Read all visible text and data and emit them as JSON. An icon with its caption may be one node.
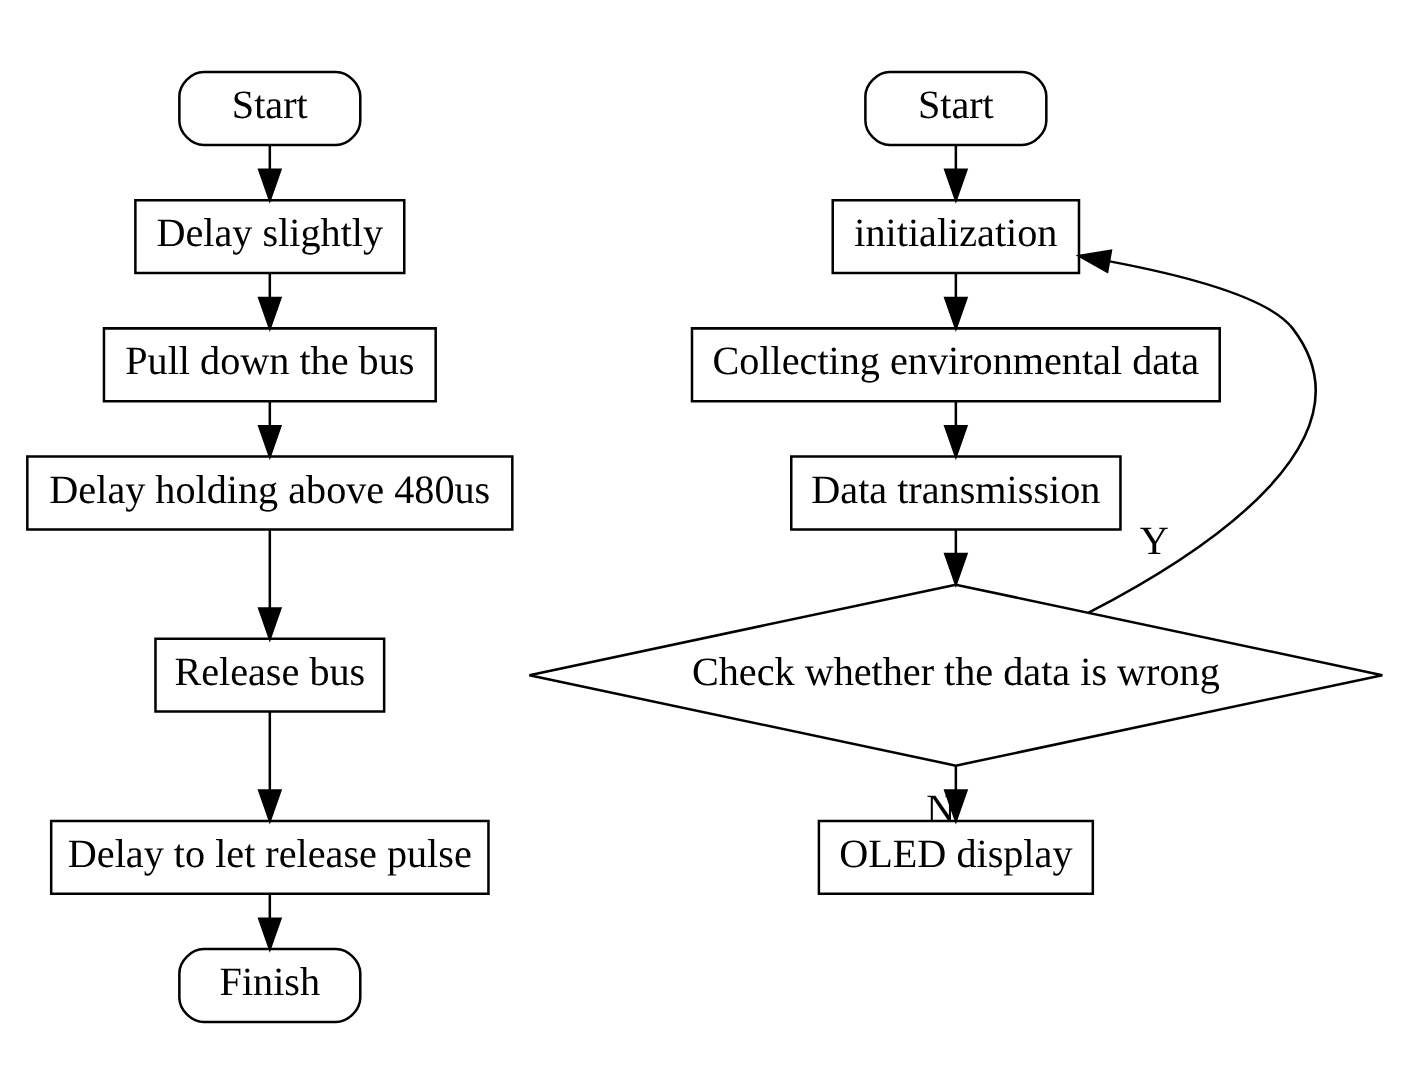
{
  "diagram": {
    "nodes": [
      {
        "text": [
          "Start"
        ]
      },
      {
        "text": [
          "Delay slightly"
        ]
      },
      {
        "text": [
          "Pull down the bus"
        ]
      },
      {
        "text": [
          "Delay holding above 480us"
        ]
      },
      {
        "text": [
          "Release bus"
        ]
      },
      {
        "text": [
          "Delay to let release pulse"
        ]
      },
      {
        "text": [
          "Finish"
        ]
      },
      {
        "text": [
          "Start"
        ]
      },
      {
        "text": [
          "initialization"
        ]
      },
      {
        "text": [
          "Collecting environmental data"
        ]
      },
      {
        "text": [
          "Data transmission"
        ]
      },
      {
        "text": [
          "Check whether the data is wrong"
        ]
      },
      {
        "text": [
          "OLED display"
        ]
      }
    ],
    "edges": [
      {
        "from": 0,
        "to": 1,
        "arrow": "to"
      },
      {
        "from": 1,
        "to": 2,
        "arrow": "to"
      },
      {
        "from": 2,
        "to": 3,
        "arrow": "to"
      },
      {
        "from": 3,
        "to": 4,
        "arrow": "to"
      },
      {
        "from": 4,
        "to": 5,
        "arrow": "to"
      },
      {
        "from": 5,
        "to": 6,
        "arrow": "to"
      },
      {
        "from": 7,
        "to": 8,
        "arrow": "to"
      },
      {
        "from": 8,
        "to": 9,
        "arrow": "to"
      },
      {
        "from": 9,
        "to": 10,
        "arrow": "to"
      },
      {
        "from": 10,
        "to": 11,
        "arrow": "to"
      },
      {
        "from": 11,
        "to": 8,
        "arrow": "to",
        "label": "Y"
      },
      {
        "from": 11,
        "to": 12,
        "arrow": "to",
        "label": "N"
      }
    ]
  }
}
